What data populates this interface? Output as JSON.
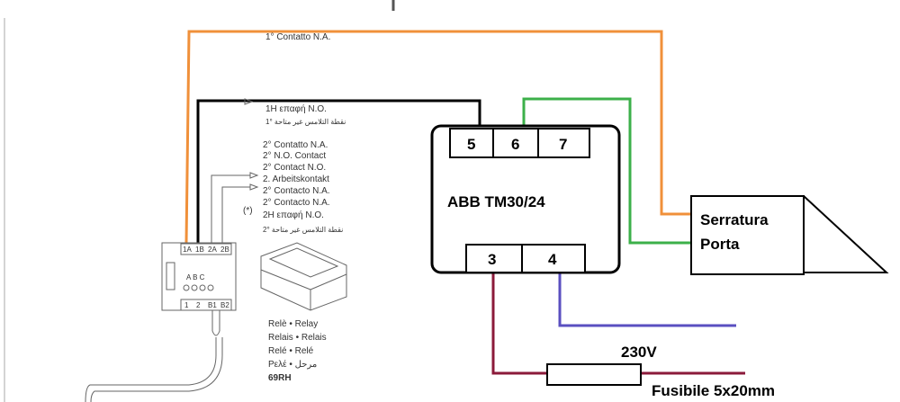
{
  "contacts": {
    "c1": "1° Contatto N.A.",
    "c1gr": "1H επαφή N.O.",
    "c1ar": "1° نقطة التلامس غير متاحة",
    "c2": [
      "2° Contatto N.A.",
      "2° N.O. Contact",
      "2° Contact N.O.",
      "2. Arbeitskontakt",
      "2° Contacto N.A.",
      "2° Contacto N.A.",
      "2H επαφή N.O."
    ],
    "c2ar": "2° نقطة التلامس غير متاحة",
    "note": "(*)"
  },
  "relay": {
    "top_terminals": [
      "1A",
      "1B",
      "2A",
      "2B"
    ],
    "bottom_terminals": [
      "1",
      "2",
      "B1",
      "B2"
    ],
    "abc": "A B C",
    "labels": [
      "Relè • Relay",
      "Relais • Relais",
      "Relé • Relé",
      "Ρελέ • مرحل"
    ],
    "model": "69RH"
  },
  "timer": {
    "title": "ABB TM30/24",
    "top_terminals": [
      "5",
      "6",
      "7"
    ],
    "bottom_terminals": [
      "3",
      "4"
    ]
  },
  "lock": {
    "line1": "Serratura",
    "line2": "Porta"
  },
  "supply": {
    "voltage": "230V",
    "fuse": "Fusibile 5x20mm"
  },
  "colors": {
    "orange": "#f0903a",
    "green": "#3cb04a",
    "maroon": "#8b1a3a",
    "purple": "#5a4fc0",
    "black": "#000000"
  }
}
